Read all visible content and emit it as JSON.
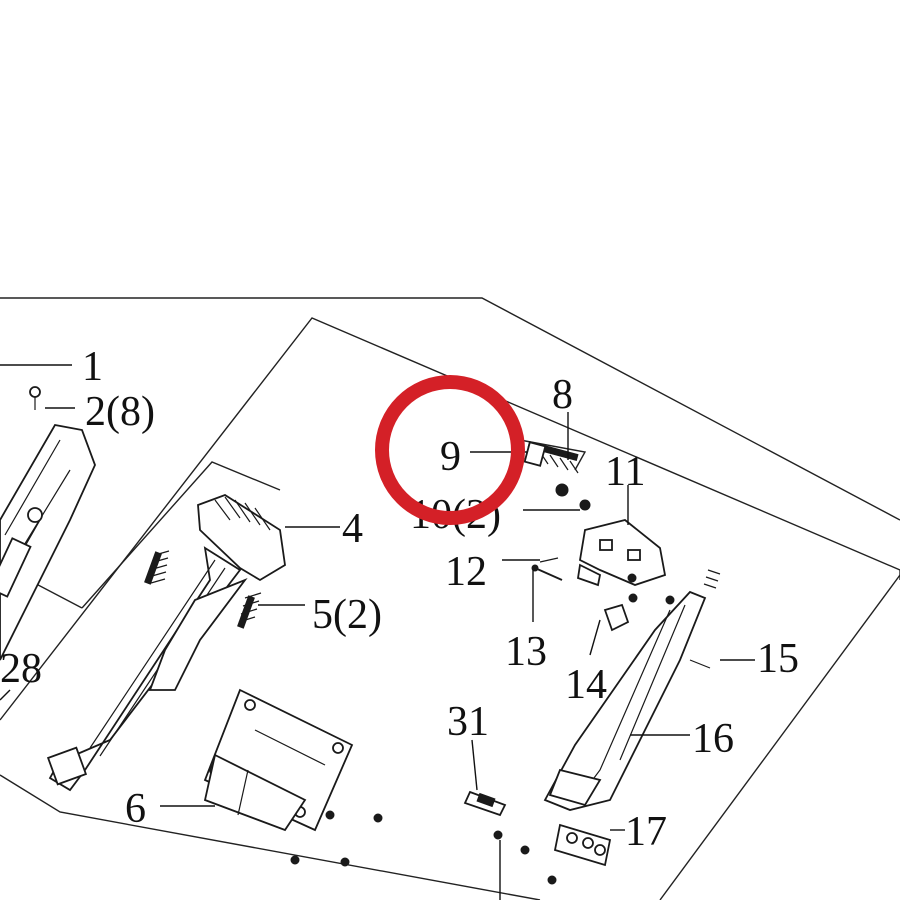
{
  "callouts": {
    "c1": "1",
    "c2": "2(8)",
    "c4": "4",
    "c5": "5(2)",
    "c6": "6",
    "c8": "8",
    "c9": "9",
    "c10": "10(2)",
    "c11": "11",
    "c12": "12",
    "c13": "13",
    "c14": "14",
    "c15": "15",
    "c16": "16",
    "c17": "17",
    "c28": "28",
    "c31": "31"
  },
  "highlight": {
    "target": "9",
    "color": "#d42027"
  }
}
